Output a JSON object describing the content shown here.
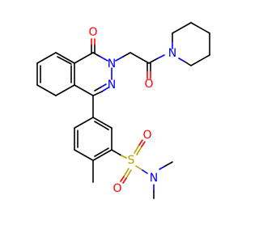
{
  "atoms": {
    "o_carbonyl_top": "O",
    "n_ring": "N",
    "n_ring_2": "N",
    "o_amide": "O",
    "n_piperidine": "N",
    "s_sulfonyl": "S",
    "o_sulfonyl_left": "O",
    "o_sulfonyl_right": "O",
    "n_sulfonamide": "N"
  },
  "colors": {
    "carbon_bond": "#000000",
    "oxygen": "#ff0000",
    "nitrogen": "#0000ff",
    "sulfur": "#b8a000"
  }
}
